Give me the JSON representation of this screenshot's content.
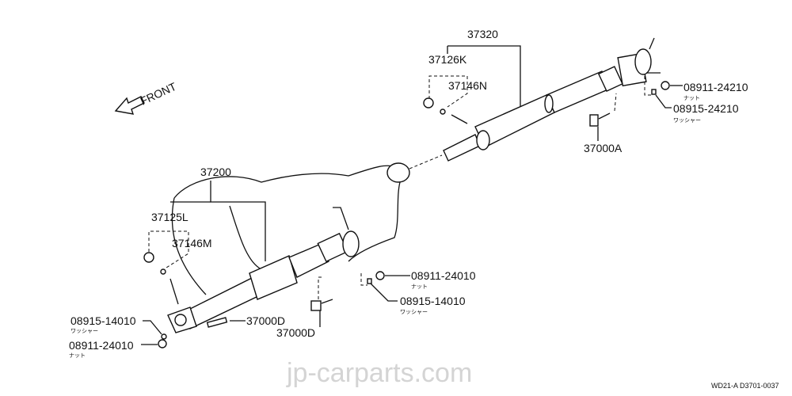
{
  "diagram": {
    "front_label": "FRONT",
    "rear_shaft": {
      "assembly": "37320",
      "joint": "37126K",
      "fitting": "37146N",
      "bolt": "37000A",
      "nut": {
        "part": "08911-24210",
        "name": "ナット"
      },
      "washer": {
        "part": "08915-24210",
        "name": "ワッシャー"
      }
    },
    "front_shaft": {
      "assembly": "37200",
      "joint": "37125L",
      "fitting": "37146M",
      "bolt_front": "37000D",
      "bolt_center": "37000D",
      "nut_center": {
        "part": "08911-24010",
        "name": "ナット"
      },
      "washer_center": {
        "part": "08915-14010",
        "name": "ワッシャー"
      },
      "washer_front": {
        "part": "08915-14010",
        "name": "ワッシャー"
      },
      "nut_front": {
        "part": "08911-24010",
        "name": "ナット"
      }
    },
    "watermark": "jp-carparts.com",
    "diagram_code": "WD21-A D3701-0037"
  }
}
